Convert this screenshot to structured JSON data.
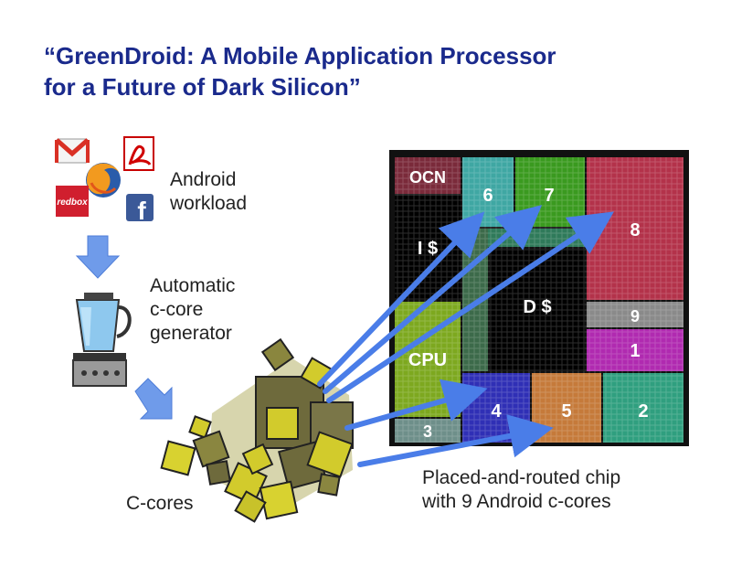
{
  "title": {
    "line1": "“GreenDroid: A Mobile Application Processor",
    "line2": "for a Future of Dark Silicon”"
  },
  "workload": {
    "line1": "Android",
    "line2": "workload",
    "icons": [
      "gmail-icon",
      "acrobat-icon",
      "firefox-icon",
      "redbox-icon",
      "facebook-icon"
    ],
    "redbox_text": "redbox",
    "facebook_text": "f"
  },
  "generator": {
    "line1": "Automatic",
    "line2": "c-core",
    "line3": "generator",
    "icon": "blender-icon"
  },
  "ccores": {
    "label": "C-cores"
  },
  "chip": {
    "caption_line1": "Placed-and-routed chip",
    "caption_line2": "with 9 Android c-cores",
    "blocks": {
      "ocn": "OCN",
      "icache": "I $",
      "dcache": "D $",
      "cpu": "CPU",
      "c1": "1",
      "c2": "2",
      "c3": "3",
      "c4": "4",
      "c5": "5",
      "c6": "6",
      "c7": "7",
      "c8": "8",
      "c9": "9"
    }
  },
  "colors": {
    "title": "#1a2a8c",
    "arrow": "#4a7de8",
    "flow_arrow": "#6f9bea",
    "chip_border": "#111111",
    "ocn": "#7a2a3a",
    "c6": "#3fa7a3",
    "c7": "#3a9a1f",
    "c8": "#b3324a",
    "c9": "#8a8a8a",
    "c1": "#b02ab0",
    "c2": "#2f9f7f",
    "c3": "#6e8f8a",
    "c4": "#2f2fb5",
    "c5": "#c57a3a",
    "cpu": "#7da81f",
    "ccore_fill": "#c8c22a"
  }
}
